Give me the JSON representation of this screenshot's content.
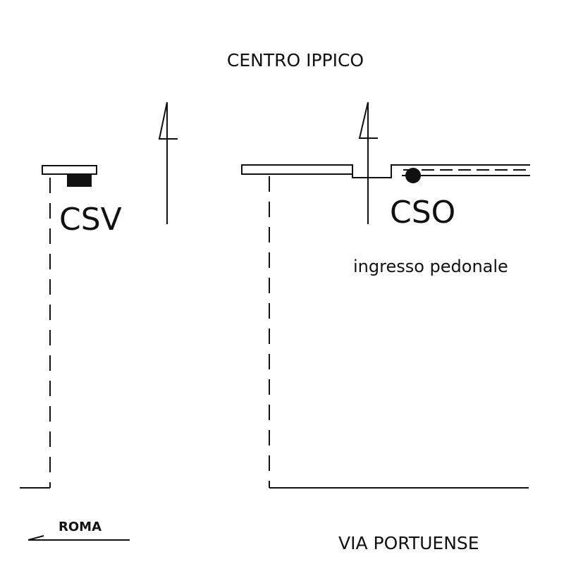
{
  "labels": {
    "top_title": "CENTRO IPPICO",
    "csv": "CSV",
    "cso": "CSO",
    "pedestrian": "ingresso pedonale",
    "direction": "ROMA",
    "road": "VIA PORTUENSE"
  },
  "colors": {
    "ink": "#111111",
    "background": "#ffffff"
  }
}
